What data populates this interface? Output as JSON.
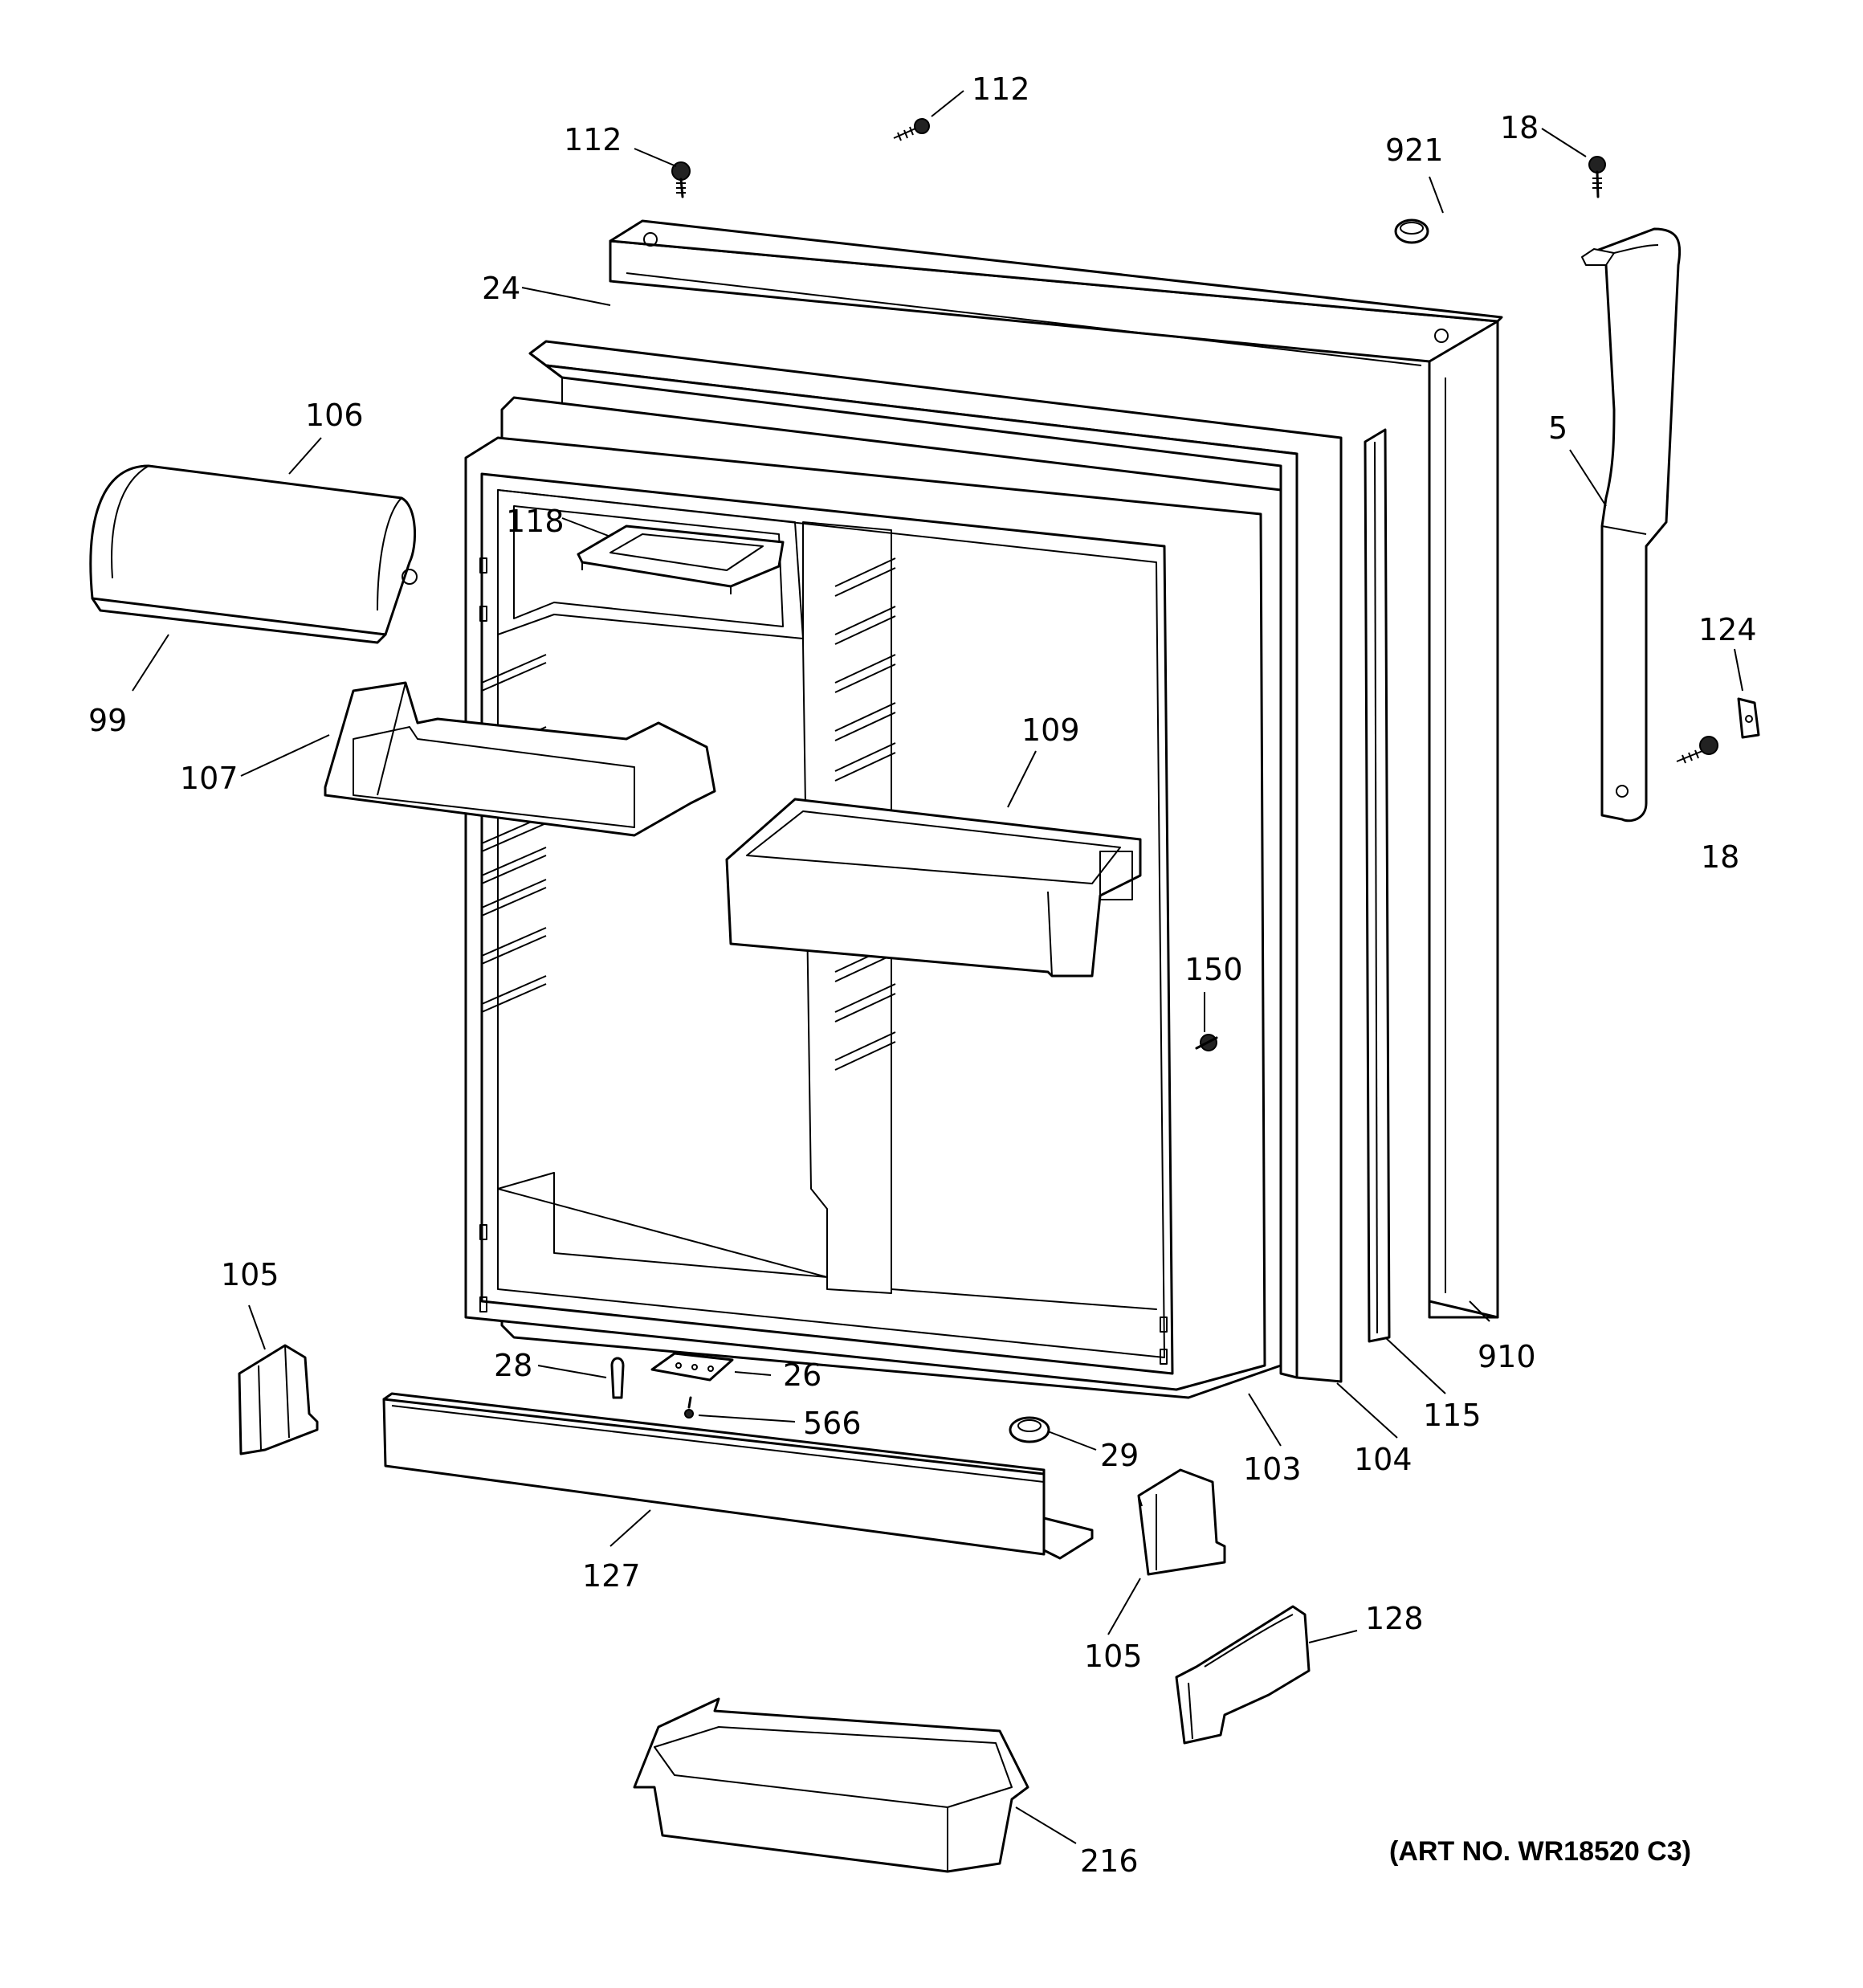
{
  "diagram": {
    "art_number": "(ART NO. WR18520 C3)",
    "callouts": {
      "c112a": "112",
      "c112b": "112",
      "c921": "921",
      "c18a": "18",
      "c18b": "18",
      "c24": "24",
      "c5": "5",
      "c106": "106",
      "c118": "118",
      "c99": "99",
      "c124": "124",
      "c107": "107",
      "c109": "109",
      "c150": "150",
      "c105a": "105",
      "c105b": "105",
      "c910": "910",
      "c28": "28",
      "c26": "26",
      "c566": "566",
      "c29": "29",
      "c103": "103",
      "c104": "104",
      "c115": "115",
      "c127": "127",
      "c128": "128",
      "c216": "216"
    }
  }
}
